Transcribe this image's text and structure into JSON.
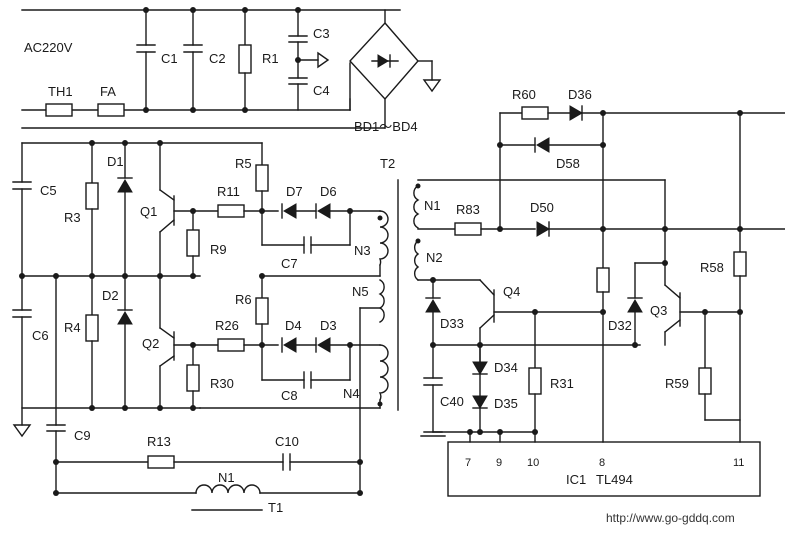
{
  "labels": {
    "ac": "AC220V",
    "th1": "TH1",
    "fa": "FA",
    "c1": "C1",
    "c2": "C2",
    "r1": "R1",
    "c3": "C3",
    "c4": "C4",
    "bd": "BD1～BD4",
    "c5": "C5",
    "c6": "C6",
    "c9": "C9",
    "r3": "R3",
    "r4": "R4",
    "d1": "D1",
    "d2": "D2",
    "q1": "Q1",
    "q2": "Q2",
    "r5": "R5",
    "r11": "R11",
    "r9": "R9",
    "d7": "D7",
    "d6": "D6",
    "c7": "C7",
    "n3": "N3",
    "r6": "R6",
    "r26": "R26",
    "r30": "R30",
    "d4": "D4",
    "d3": "D3",
    "c8": "C8",
    "n4": "N4",
    "n5": "N5",
    "t2": "T2",
    "n1": "N1",
    "n2": "N2",
    "r13": "R13",
    "c10": "C10",
    "n1b": "N1",
    "t1": "T1",
    "r60": "R60",
    "d36": "D36",
    "d58": "D58",
    "r83": "R83",
    "d50": "D50",
    "q4": "Q4",
    "d33": "D33",
    "c40": "C40",
    "d34": "D34",
    "d35": "D35",
    "r31": "R31",
    "d32": "D32",
    "q3": "Q3",
    "r58": "R58",
    "r59": "R59",
    "pin7": "7",
    "pin9": "9",
    "pin10": "10",
    "pin8": "8",
    "pin11": "11",
    "ic1": "IC1",
    "tl494": "TL494",
    "url": "http://www.go-gddq.com"
  }
}
